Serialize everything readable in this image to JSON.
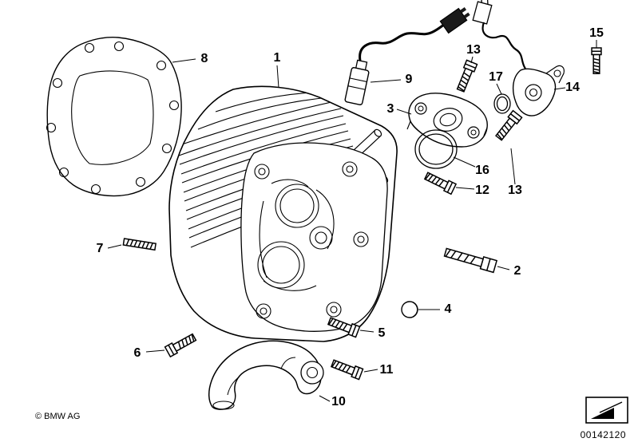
{
  "footer": {
    "copyright": "© BMW AG",
    "document_number": "00142120"
  },
  "parts": {
    "p1": "1",
    "p2": "2",
    "p3": "3",
    "p4": "4",
    "p5": "5",
    "p6": "6",
    "p7": "7",
    "p8": "8",
    "p9": "9",
    "p10": "10",
    "p11": "11",
    "p12": "12",
    "p13a": "13",
    "p13b": "13",
    "p14": "14",
    "p15": "15",
    "p16": "16",
    "p17": "17"
  },
  "icons": {
    "nav": "page-curl-arrow-icon"
  },
  "colors": {
    "line": "#000000",
    "background": "#ffffff"
  }
}
